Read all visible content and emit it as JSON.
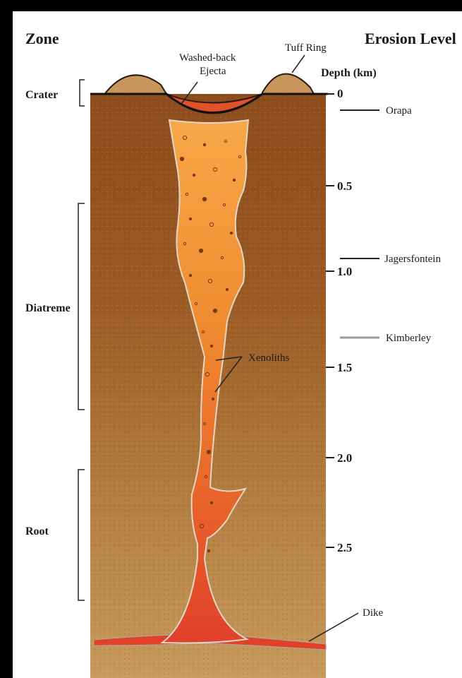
{
  "headers": {
    "zone": "Zone",
    "erosion": "Erosion Level",
    "depth": "Depth (km)"
  },
  "zones": {
    "crater": "Crater",
    "diatreme": "Diatreme",
    "root": "Root"
  },
  "callouts": {
    "washed_back_line1": "Washed-back",
    "washed_back_line2": "Ejecta",
    "tuff_ring": "Tuff Ring",
    "xenoliths": "Xenoliths",
    "dike": "Dike"
  },
  "depth_ticks": [
    "0",
    "0.5",
    "1.0",
    "1.5",
    "2.0",
    "2.5"
  ],
  "erosion_levels": [
    "Orapa",
    "Jagersfontein",
    "Kimberley"
  ],
  "colors": {
    "background": "#000000",
    "rock": "#a86a2a",
    "pipe": "#f0822a",
    "magma": "#e2402a",
    "tuff": "#c8955a"
  }
}
